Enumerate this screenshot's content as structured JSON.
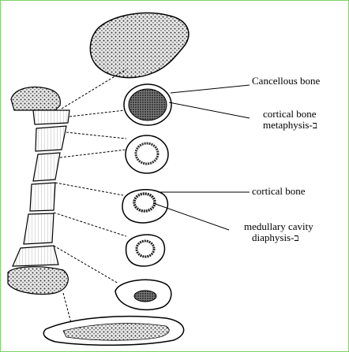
{
  "labels": {
    "cancellous": "Cancellous bone",
    "cortical_1": "cortical bone",
    "metaphysis": "metaphysis-ב",
    "cortical_2": "cortical bone",
    "medullary": "medullary cavity",
    "diaphysis": "diaphysis-ב"
  },
  "colors": {
    "frame": "#7fd06a",
    "ink": "#000000"
  }
}
